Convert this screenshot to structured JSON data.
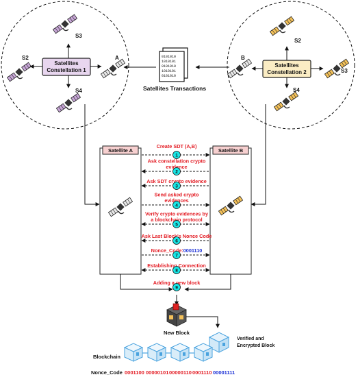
{
  "constellation1": {
    "label_line1": "Satellites",
    "label_line2": "Constellation 1",
    "sat_labels": {
      "main": "A",
      "top": "S3",
      "left": "S2",
      "bottom": "S4"
    },
    "color": "#b48ac2"
  },
  "constellation2": {
    "label_line1": "Satellites",
    "label_line2": "Constellation 2",
    "sat_labels": {
      "main": "B",
      "top": "S2",
      "right": "S3",
      "bottom": "S4"
    },
    "color": "#f0b040"
  },
  "transactions": {
    "label": "Satellites Transactions",
    "icon": "document-binary-icon"
  },
  "satellite_a": {
    "title": "Satellite A"
  },
  "satellite_b": {
    "title": "Satellite B"
  },
  "steps": [
    {
      "num": "1",
      "lines": [
        "Create SDT (A,B)"
      ],
      "direction": "right"
    },
    {
      "num": "2",
      "lines": [
        "Ask constellation  crypto",
        "evidence"
      ],
      "direction": "left"
    },
    {
      "num": "3",
      "lines": [
        "Ask SDT crypto evidence"
      ],
      "direction": "left"
    },
    {
      "num": "4",
      "lines": [
        "Send asked crypto",
        "evidences"
      ],
      "direction": "right"
    },
    {
      "num": "5",
      "lines": [
        "Verify crypto evidences  by",
        "a blockchain protocol"
      ],
      "direction": "both"
    },
    {
      "num": "6",
      "lines": [
        "Ask Last Block's Nonce Code"
      ],
      "direction": "left"
    },
    {
      "num": "7",
      "lines": [
        "Nonce_Code:"
      ],
      "value": "0001110",
      "direction": "right"
    },
    {
      "num": "8",
      "lines": [
        "Establishing Connection"
      ],
      "direction": "both"
    },
    {
      "num": "9",
      "lines": [
        "Adding a new block"
      ],
      "direction": "down"
    }
  ],
  "new_block": {
    "label": "New  Block"
  },
  "verified_block": {
    "line1": "Verified and",
    "line2": "Encrypted  Block"
  },
  "blockchain": {
    "label": "Blockchain",
    "block_count": 4
  },
  "nonce": {
    "label": "Nonce_Code",
    "codes": [
      "0001100",
      "00000101",
      "00000110",
      "0001110"
    ],
    "new_code": "00001111"
  },
  "colors": {
    "step_text": "#e31b23",
    "step_circle": "#19e6e6",
    "nonce_new": "#1a2fd6",
    "sat_box_header": "#f7d0d0",
    "block_outline": "#4aa3df"
  }
}
